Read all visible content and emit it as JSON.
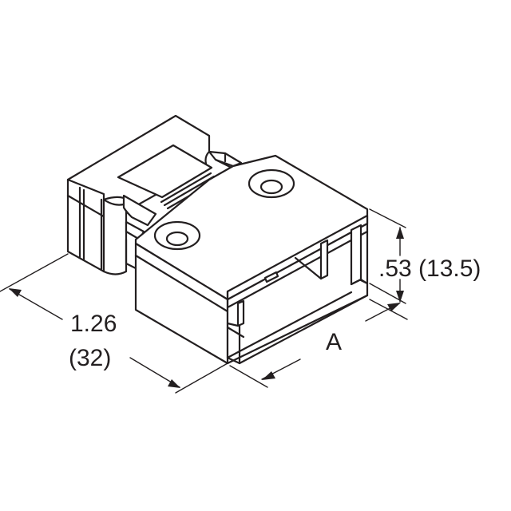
{
  "drawing": {
    "subject": "D-sub style connector backshell / hood, isometric view",
    "line_color": "#231f20",
    "background": "#ffffff"
  },
  "dimensions": {
    "height": {
      "inch": ".53",
      "mm": "(13.5)",
      "label": ".53 (13.5)"
    },
    "length": {
      "inch": "1.26",
      "mm": "(32)"
    },
    "width": {
      "label": "A"
    }
  }
}
